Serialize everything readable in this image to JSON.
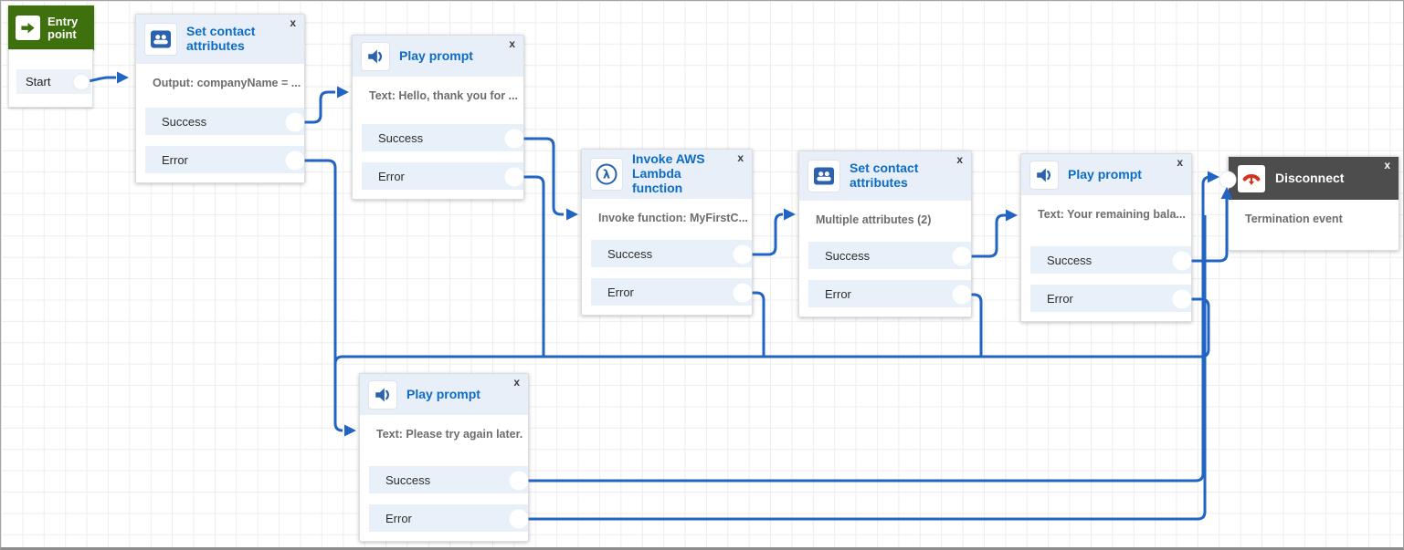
{
  "ui": {
    "close_label": "x"
  },
  "colors": {
    "connector": "#2264c4",
    "title_blue": "#0c6cc6",
    "header_light": "#e9eff8",
    "row_light": "#e8f0f9",
    "entry_green": "#3e700d",
    "disconnect_header": "#4d4d4d",
    "disconnect_icon_red": "#d6321b",
    "icon_blue": "#2b62b0"
  },
  "entry": {
    "label": "Entry point",
    "start_label": "Start"
  },
  "blocks": [
    {
      "id": "set-contact-attributes-1",
      "title": "Set contact attributes",
      "icon": "contact-attributes-icon",
      "description": "Output: companyName = ...",
      "outputs": [
        {
          "label": "Success"
        },
        {
          "label": "Error"
        }
      ]
    },
    {
      "id": "play-prompt-1",
      "title": "Play prompt",
      "icon": "speaker-icon",
      "description": "Text: Hello, thank you for ...",
      "outputs": [
        {
          "label": "Success"
        },
        {
          "label": "Error"
        }
      ]
    },
    {
      "id": "invoke-aws-lambda-function",
      "title": "Invoke AWS Lambda function",
      "icon": "lambda-icon",
      "description": "Invoke function: MyFirstC...",
      "outputs": [
        {
          "label": "Success"
        },
        {
          "label": "Error"
        }
      ]
    },
    {
      "id": "set-contact-attributes-2",
      "title": "Set contact attributes",
      "icon": "contact-attributes-icon",
      "description": "Multiple attributes (2)",
      "outputs": [
        {
          "label": "Success"
        },
        {
          "label": "Error"
        }
      ]
    },
    {
      "id": "play-prompt-2",
      "title": "Play prompt",
      "icon": "speaker-icon",
      "description": "Text: Your remaining bala...",
      "outputs": [
        {
          "label": "Success"
        },
        {
          "label": "Error"
        }
      ]
    },
    {
      "id": "disconnect",
      "title": "Disconnect",
      "icon": "disconnect-phone-icon",
      "description": "Termination event",
      "outputs": []
    },
    {
      "id": "play-prompt-3",
      "title": "Play prompt",
      "icon": "speaker-icon",
      "description": "Text: Please try again later.",
      "outputs": [
        {
          "label": "Success"
        },
        {
          "label": "Error"
        }
      ]
    }
  ],
  "edges": [
    {
      "from": "entry-point.start",
      "to": "set-contact-attributes-1"
    },
    {
      "from": "set-contact-attributes-1.success",
      "to": "play-prompt-1"
    },
    {
      "from": "set-contact-attributes-1.error",
      "to": "play-prompt-3"
    },
    {
      "from": "play-prompt-1.success",
      "to": "invoke-aws-lambda-function"
    },
    {
      "from": "play-prompt-1.error",
      "to": "play-prompt-3"
    },
    {
      "from": "invoke-aws-lambda-function.success",
      "to": "set-contact-attributes-2"
    },
    {
      "from": "invoke-aws-lambda-function.error",
      "to": "play-prompt-3"
    },
    {
      "from": "set-contact-attributes-2.success",
      "to": "play-prompt-2"
    },
    {
      "from": "set-contact-attributes-2.error",
      "to": "play-prompt-3"
    },
    {
      "from": "play-prompt-2.success",
      "to": "disconnect"
    },
    {
      "from": "play-prompt-2.error",
      "to": "play-prompt-3"
    },
    {
      "from": "play-prompt-3.success",
      "to": "disconnect"
    },
    {
      "from": "play-prompt-3.error",
      "to": "disconnect"
    }
  ]
}
